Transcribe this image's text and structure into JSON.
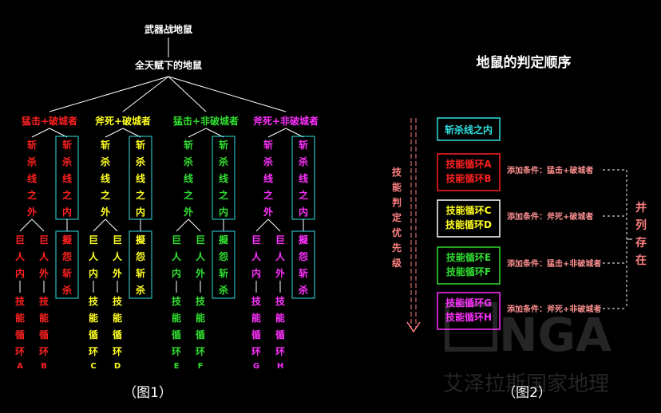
{
  "fig1": {
    "root": "武器战地鼠",
    "level2": "全天赋下的地鼠",
    "caption": "（图1）",
    "groups": [
      {
        "title": "猛击+破城者",
        "color": "#ff2020",
        "outside": "斩杀线之外",
        "inside": "斩杀线之内",
        "in_big": "巨人内",
        "out_big": "巨人外",
        "delay": "擬怨斩杀",
        "skill1": "技能循环A",
        "skill2": "技能循环B",
        "l1": "A",
        "l2": "B"
      },
      {
        "title": "斧死+破城者",
        "color": "#ffff20",
        "outside": "斩杀线之外",
        "inside": "斩杀线之内",
        "in_big": "巨人内",
        "out_big": "巨人外",
        "delay": "擬怨斩杀",
        "skill1": "技能循环C",
        "skill2": "技能循环D",
        "l1": "C",
        "l2": "D"
      },
      {
        "title": "猛击+非破城者",
        "color": "#30e030",
        "outside": "斩杀线之外",
        "inside": "斩杀线之内",
        "in_big": "巨人内",
        "out_big": "巨人外",
        "delay": "擬怨斩杀",
        "skill1": "技能循环E",
        "skill2": "技能循环F",
        "l1": "E",
        "l2": "F"
      },
      {
        "title": "斧死+非破城者",
        "color": "#ff30ff",
        "outside": "斩杀线之外",
        "inside": "斩杀线之内",
        "in_big": "巨人内",
        "out_big": "巨人外",
        "delay": "擬怨斩杀",
        "skill1": "技能循环G",
        "skill2": "技能循环H",
        "l1": "G",
        "l2": "H"
      }
    ]
  },
  "fig2": {
    "title": "地鼠的判定顺序",
    "priority_label": "技能判定优先级",
    "parallel_label": "并列存在",
    "caption": "（图2）",
    "boxes": [
      {
        "lines": [
          "斩杀线之内"
        ],
        "color": "#30e0e0",
        "text_color": "#30e0e0",
        "cond": ""
      },
      {
        "lines": [
          "技能循环A",
          "技能循环B"
        ],
        "color": "#ff2020",
        "text_color": "#ff2020",
        "cond": "添加条件：猛击+破城者"
      },
      {
        "lines": [
          "技能循环C",
          "技能循环D"
        ],
        "color": "#ffffff",
        "text_color": "#ffff20",
        "cond": "添加条件：斧死+破城者"
      },
      {
        "lines": [
          "技能循环E",
          "技能循环F"
        ],
        "color": "#30e030",
        "text_color": "#30e030",
        "cond": "添加条件：猛击+非破城者"
      },
      {
        "lines": [
          "技能循环G",
          "技能循环H"
        ],
        "color": "#ff30ff",
        "text_color": "#ff30ff",
        "cond": "添加条件：斧死+非破城者"
      }
    ],
    "cond_color": "#ff9090",
    "arrow_color": "#ff8080"
  },
  "watermark": {
    "brand": "NGA",
    "subtitle": "艾泽拉斯国家地理"
  }
}
